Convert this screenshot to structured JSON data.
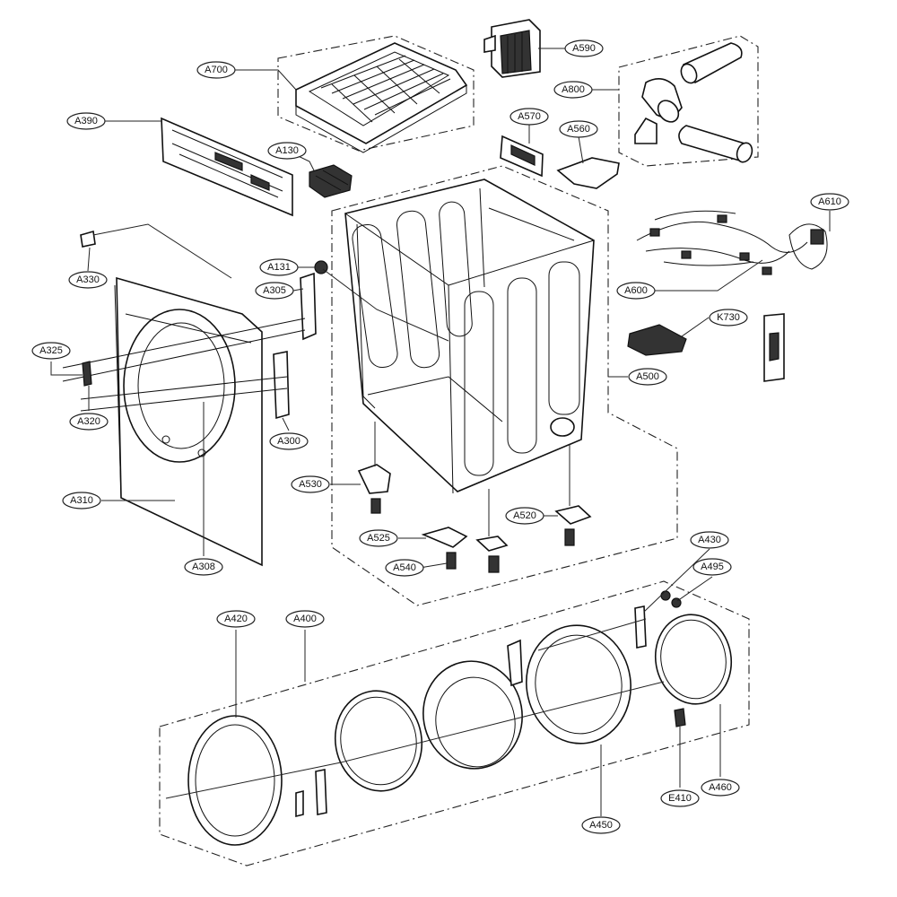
{
  "diagram": {
    "labels": {
      "A700": "A700",
      "A590": "A590",
      "A800": "A800",
      "A390": "A390",
      "A570": "A570",
      "A560": "A560",
      "A130": "A130",
      "A610": "A610",
      "A330": "A330",
      "A131": "A131",
      "A305": "A305",
      "A600": "A600",
      "K730": "K730",
      "A325": "A325",
      "A500": "A500",
      "A320": "A320",
      "A300": "A300",
      "A530": "A530",
      "A310": "A310",
      "A520": "A520",
      "A525": "A525",
      "A540": "A540",
      "A308": "A308",
      "A430": "A430",
      "A495": "A495",
      "A420": "A420",
      "A400": "A400",
      "A450": "A450",
      "E410": "E410",
      "A460": "A460"
    }
  }
}
